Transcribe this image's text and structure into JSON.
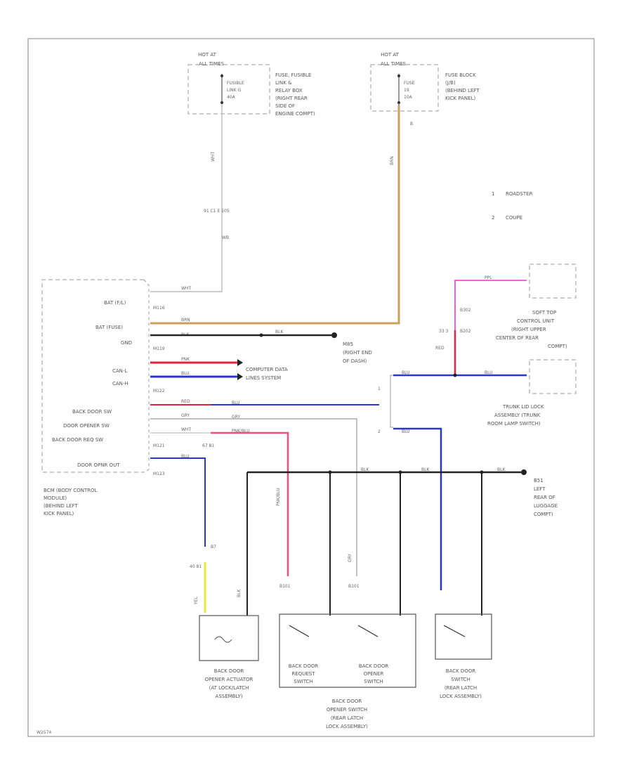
{
  "source_hot": {
    "left": {
      "hot": "HOT AT",
      "time": "ALL TIMES",
      "fuse": [
        "FUSIBLE",
        "LINK G",
        "40A"
      ],
      "location": [
        "FUSE, FUSIBLE",
        "LINK &",
        "RELAY BOX",
        "(RIGHT REAR",
        "SIDE OF",
        "ENGINE COMPT)"
      ],
      "wire": "WHT",
      "splice": "91  C1  E 105",
      "splice2": "WB"
    },
    "right": {
      "hot": "HOT AT",
      "time": "ALL TIMES",
      "fuse": [
        "FUSE",
        "19",
        "10A"
      ],
      "location": [
        "FUSE BLOCK",
        "(J/B)",
        "(BEHIND LEFT",
        "KICK PANEL)"
      ],
      "pin": "B",
      "wire": "BRN"
    }
  },
  "legend": {
    "one": "1",
    "one_label": "ROADSTER",
    "two": "2",
    "two_label": "COUPE"
  },
  "bcm": {
    "pins": [
      "BAT (F/L)",
      "BAT (FUSE)",
      "GND",
      "CAN-L",
      "CAN-H",
      "BACK DOOR SW",
      "DOOR OPENER SW",
      "BACK DOOR REQ SW",
      "DOOR OPNR OUT"
    ],
    "connectors": [
      "M116",
      "M119",
      "M122",
      "M121",
      "M123"
    ],
    "pin_wires": [
      "WHT",
      "BRN",
      "BLK",
      "PNK",
      "BLU",
      "RED",
      "GRY",
      "WHT",
      "BLU"
    ],
    "name": [
      "BCM (BODY CONTROL",
      "MODULE)",
      "(BEHIND LEFT",
      "KICK PANEL)"
    ],
    "m121_pins": "67      81"
  },
  "ground1": {
    "wire": "BLK",
    "id": "M85",
    "location": [
      "(RIGHT END",
      "OF DASH)"
    ]
  },
  "can": {
    "label": [
      "COMPUTER DATA",
      "LINES SYSTEM"
    ]
  },
  "trunk": {
    "wire_top": "PPL",
    "wire_red": "RED",
    "conn": [
      "B302",
      "B202"
    ],
    "pins": "33   3",
    "wire": "BLU",
    "label": [
      "TRUNK LID LOCK",
      "ASSEMBLY (TRUNK",
      "ROOM LAMP SWITCH)"
    ],
    "soft_top": [
      "SOFT TOP",
      "CONTROL UNIT",
      "(RIGHT UPPER",
      "CENTER OF REAR",
      "COMPT)"
    ]
  },
  "ground2": {
    "wire": "BLK",
    "id": "B51",
    "location": [
      "LEFT",
      "REAR OF",
      "LUGGAGE",
      "COMPT)"
    ]
  },
  "mid_wires": [
    "BLU",
    "GRY",
    "PNK/BLU"
  ],
  "components": {
    "actuator": {
      "label": [
        "BACK DOOR",
        "OPENER ACTUATOR",
        "(AT LOCK/LATCH",
        "ASSEMBLY)"
      ],
      "wire": "YEL",
      "wire2": "BLK",
      "pins": "40   81",
      "conn": "B7"
    },
    "request": {
      "label": [
        "BACK DOOR",
        "REQUEST",
        "SWITCH"
      ],
      "wire": "PNK/BLU",
      "conn": "B101"
    },
    "opener": {
      "label": [
        "BACK DOOR",
        "OPENER",
        "SWITCH"
      ],
      "wire": "GRY",
      "conn": "B101"
    },
    "latch": {
      "label": [
        "BACK DOOR",
        "OPENER SWITCH",
        "(REAR LATCH",
        "LOCK ASSEMBLY)"
      ]
    },
    "door": {
      "label": [
        "BACK DOOR",
        "SWITCH",
        "(REAR LATCH",
        "LOCK ASSEMBLY)"
      ],
      "wire": "BLU"
    }
  },
  "footer": {
    "id": "W2574"
  },
  "colors": {
    "frame": "#999999",
    "black": "#222222",
    "blue": "#2a35d8",
    "red": "#e8223e",
    "pink": "#f02fd8",
    "brown": "#c9a05c",
    "yellow": "#e8e840",
    "gray": "#9a9a9a"
  }
}
